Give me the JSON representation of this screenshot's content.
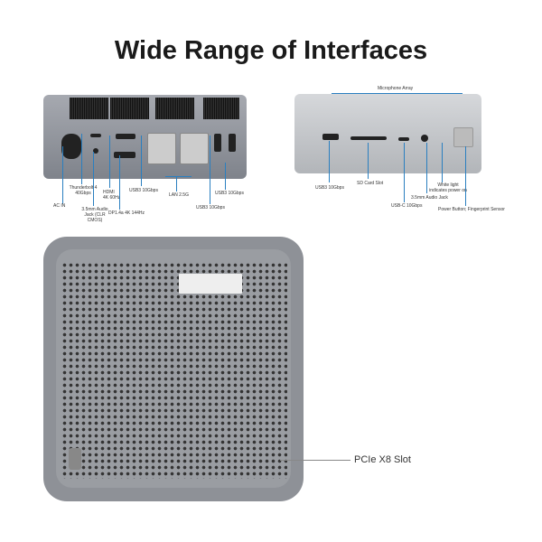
{
  "title": "Wide Range of Interfaces",
  "back_labels": {
    "ac_in": "AC IN",
    "thunderbolt": "Thunderbolt 4 40Gbps",
    "audio": "3.5mm Audio Jack (CLR CMOS)",
    "hdmi": "HDMI 4K 60Hz",
    "dp": "DP1.4a 4K 144Hz",
    "usb_a": "USB3 10Gbps",
    "lan": "LAN 2.5G",
    "usb_b": "USB3 10Gbps",
    "usb_c": "USB3 10Gbps"
  },
  "front_labels": {
    "mic": "Microphone Array",
    "usb": "USB3 10Gbps",
    "sd": "SD Card Slot",
    "usbc": "USB-C 10Gbps",
    "audio": "3.5mm Audio Jack",
    "light": "White light indicates power on",
    "power": "Power Button; Fingerprint Sensor"
  },
  "bottom_label": "PCIe X8 Slot",
  "colors": {
    "accent": "#2a7fc0",
    "chassis": "#8c8f96",
    "front": "#c9cbce"
  }
}
